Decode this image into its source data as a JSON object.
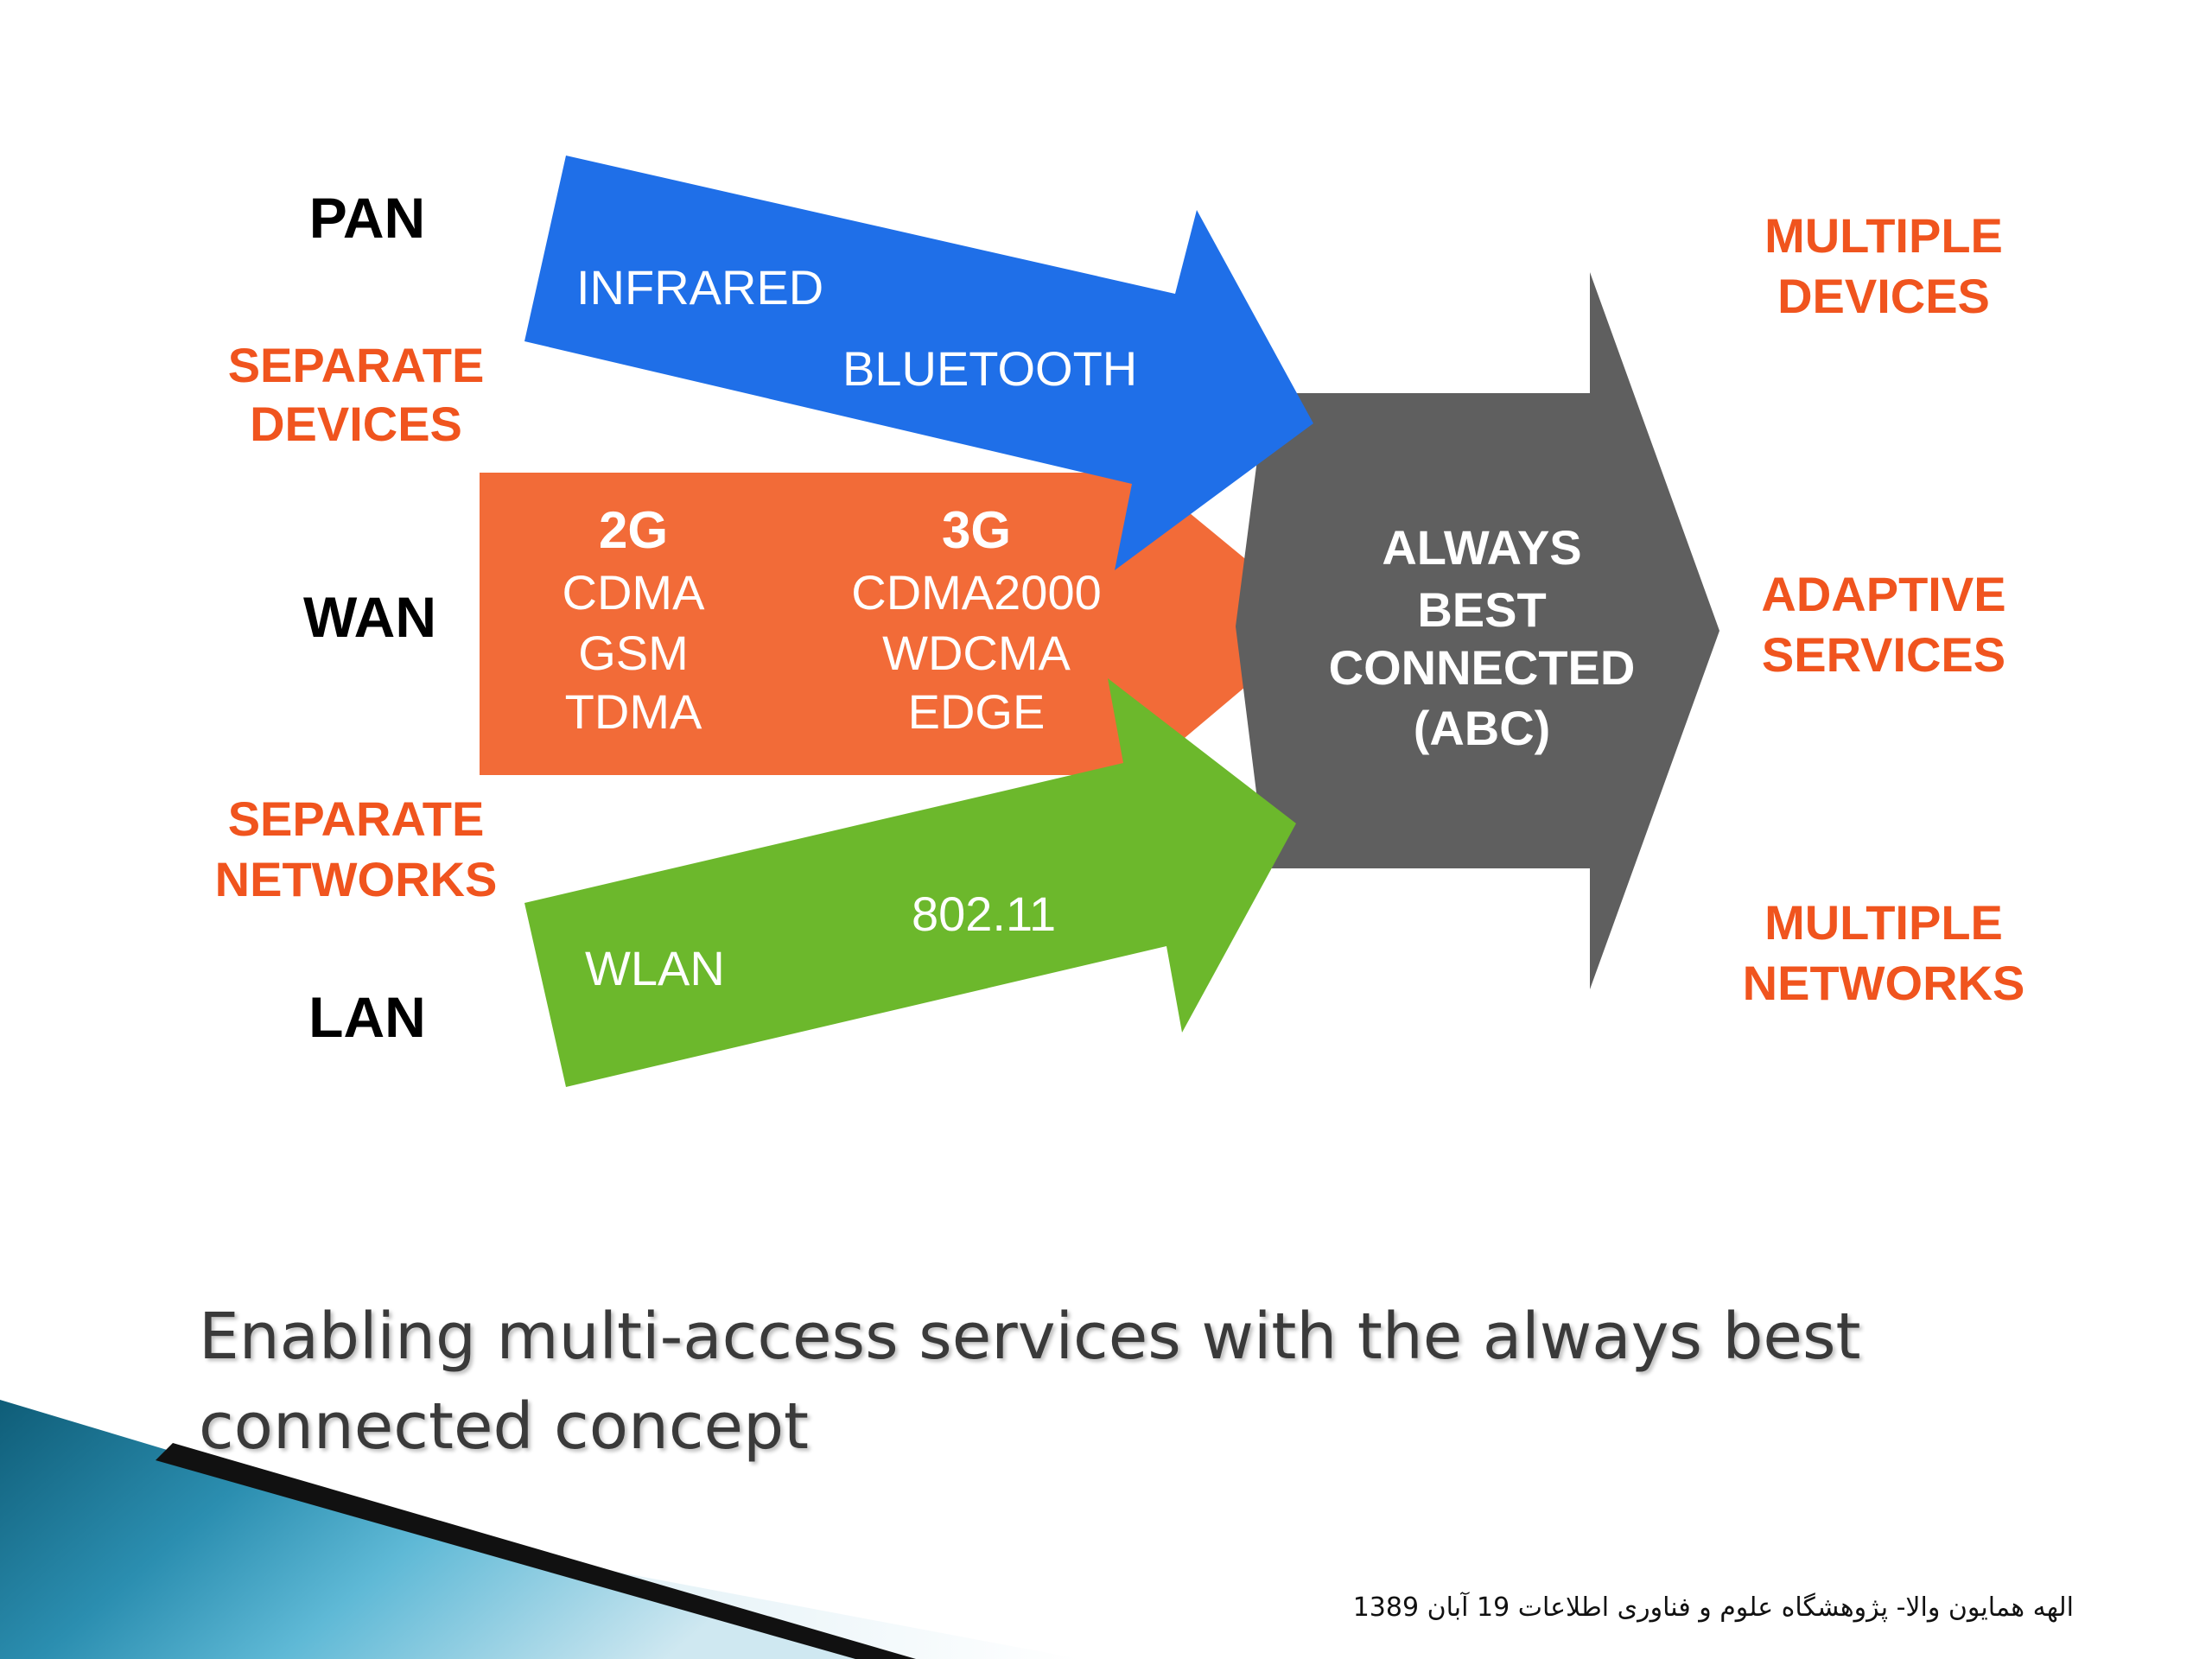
{
  "diagram": {
    "left_labels": {
      "pan": "PAN",
      "separate_devices": [
        "SEPARATE",
        "DEVICES"
      ],
      "wan": "WAN",
      "separate_networks": [
        "SEPARATE",
        "NETWORKS"
      ],
      "lan": "LAN"
    },
    "pan_arrow": {
      "items": [
        "INFRARED",
        "BLUETOOTH"
      ]
    },
    "wan_block": {
      "col_2g": {
        "heading": "2G",
        "items": [
          "CDMA",
          "GSM",
          "TDMA"
        ]
      },
      "col_3g": {
        "heading": "3G",
        "items": [
          "CDMA2000",
          "WDCMA",
          "EDGE"
        ]
      }
    },
    "lan_arrow": {
      "items": [
        "WLAN",
        "802.11"
      ]
    },
    "abc_arrow": {
      "lines": [
        "ALWAYS",
        "BEST",
        "CONNECTED",
        "(ABC)"
      ]
    },
    "right_labels": {
      "multiple_devices": [
        "MULTIPLE",
        "DEVICES"
      ],
      "adaptive_services": [
        "ADAPTIVE",
        "SERVICES"
      ],
      "multiple_networks": [
        "MULTIPLE",
        "NETWORKS"
      ]
    },
    "colors": {
      "pan_blue": "#1f6fe8",
      "wan_orange": "#f26b38",
      "lan_green": "#6cb82c",
      "abc_gray": "#5f5f5f",
      "label_orange": "#f0541e"
    }
  },
  "slide": {
    "caption_line1": "Enabling multi-access services with the always best",
    "caption_line2": "connected concept",
    "footer": "الهه همایون والا- پژوهشگاه علوم و فناوری اطلاعات   19 آبان 1389"
  }
}
